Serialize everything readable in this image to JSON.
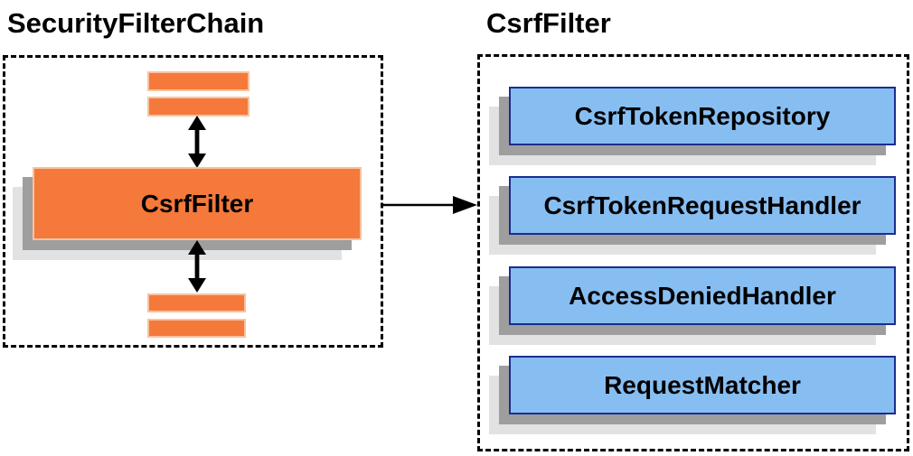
{
  "colors": {
    "orange_fill": "#f4793b",
    "orange_border": "#f9c29e",
    "blue_fill": "#87bef2",
    "blue_border": "#1b2d8f",
    "shadow_dark": "#9e9e9e",
    "shadow_light": "#e2e2e2",
    "arrow_black": "#000000"
  },
  "left_panel": {
    "title": "SecurityFilterChain",
    "csrf_filter_label": "CsrfFilter"
  },
  "right_panel": {
    "title": "CsrfFilter",
    "components": [
      "CsrfTokenRepository",
      "CsrfTokenRequestHandler",
      "AccessDeniedHandler",
      "RequestMatcher"
    ]
  }
}
